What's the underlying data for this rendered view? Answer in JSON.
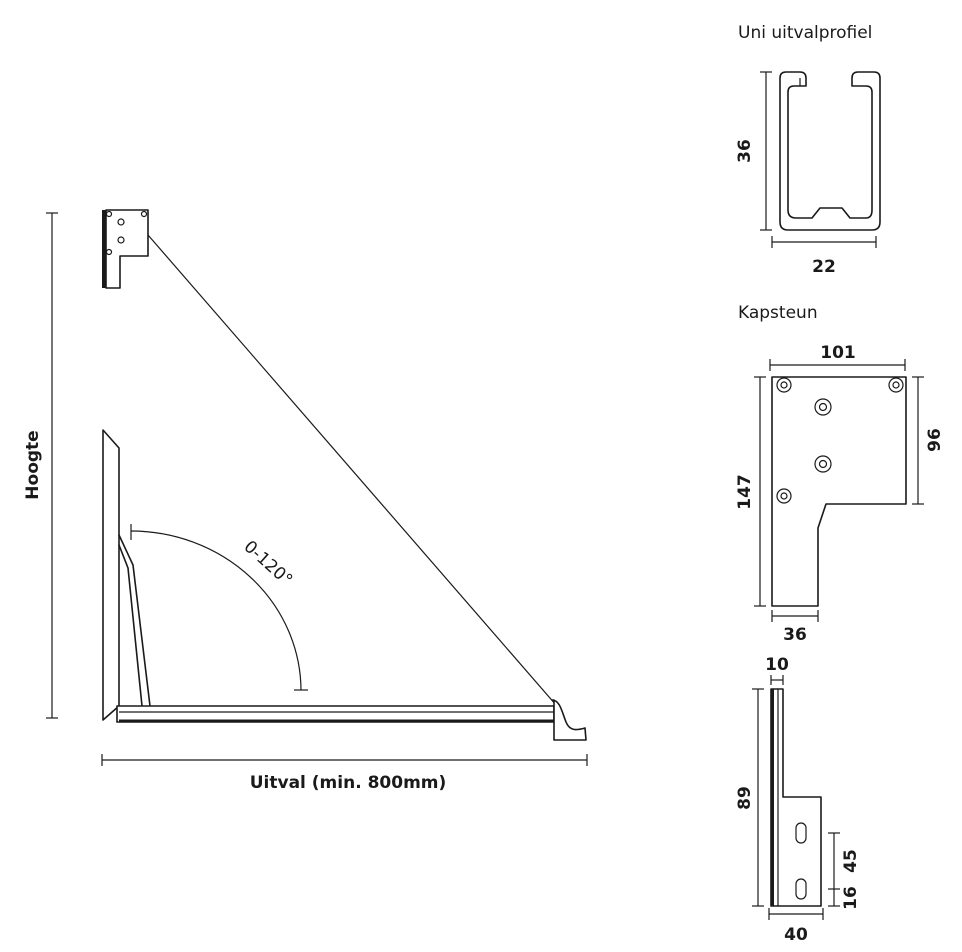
{
  "main_diagram": {
    "height_label": "Hoogte",
    "projection_label": "Uitval (min. 800mm)",
    "angle_label": "0-120°"
  },
  "profile": {
    "title": "Uni uitvalprofiel",
    "dim_height": "36",
    "dim_width": "22"
  },
  "bracket": {
    "title": "Kapsteun",
    "dim_top_width": "101",
    "dim_right_height": "96",
    "dim_left_height": "147",
    "dim_bottom_width": "36"
  },
  "side_bracket": {
    "dim_thickness": "10",
    "dim_height": "89",
    "dim_slot_spacing": "45",
    "dim_bottom_offset": "16",
    "dim_width": "40"
  }
}
